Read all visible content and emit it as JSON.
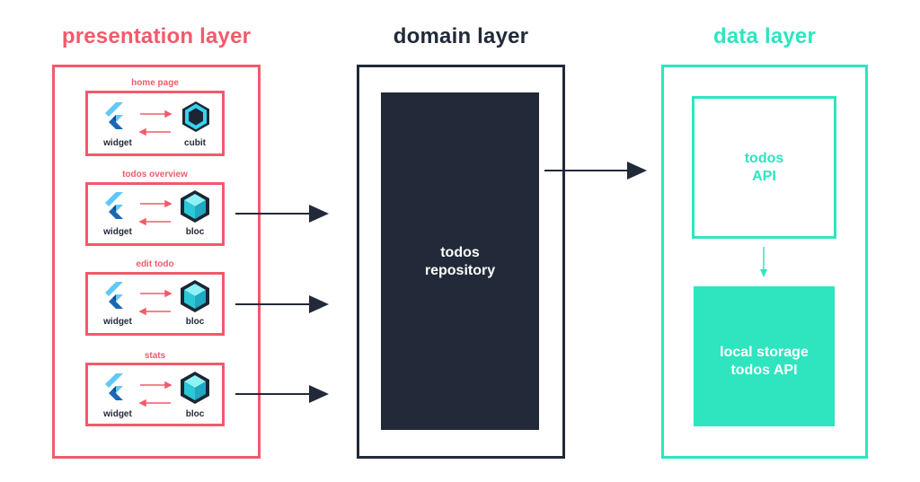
{
  "titles": {
    "presentation": "presentation layer",
    "domain": "domain layer",
    "data": "data layer"
  },
  "features": [
    {
      "label": "home page",
      "left_caption": "widget",
      "right_caption": "cubit",
      "left_icon": "flutter-icon",
      "right_icon": "cubit-icon"
    },
    {
      "label": "todos overview",
      "left_caption": "widget",
      "right_caption": "bloc",
      "left_icon": "flutter-icon",
      "right_icon": "bloc-icon"
    },
    {
      "label": "edit todo",
      "left_caption": "widget",
      "right_caption": "bloc",
      "left_icon": "flutter-icon",
      "right_icon": "bloc-icon"
    },
    {
      "label": "stats",
      "left_caption": "widget",
      "right_caption": "bloc",
      "left_icon": "flutter-icon",
      "right_icon": "bloc-icon"
    }
  ],
  "domain": {
    "repository_line1": "todos",
    "repository_line2": "repository"
  },
  "data": {
    "api_line1": "todos",
    "api_line2": "API",
    "storage_line1": "local storage",
    "storage_line2": "todos API"
  },
  "colors": {
    "presentation": "#f25a6c",
    "domain": "#222a39",
    "data": "#2ee5c0",
    "teal_fill": "#2ee5c0"
  }
}
